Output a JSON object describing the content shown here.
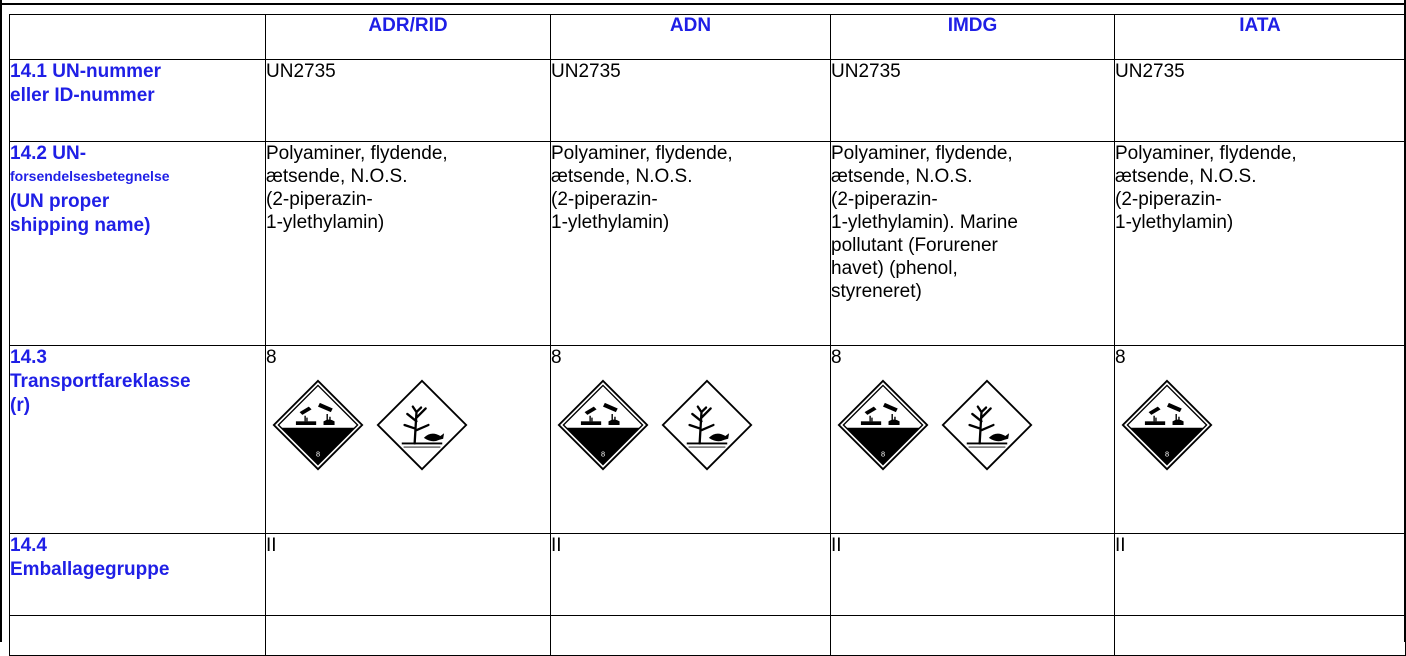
{
  "columns": [
    "",
    "ADR/RID",
    "ADN",
    "IMDG",
    "IATA"
  ],
  "rows": [
    {
      "label_lines": [
        "14.1  UN-nummer",
        "eller ID-nummer"
      ],
      "cells": [
        "UN2735",
        "UN2735",
        "UN2735",
        "UN2735"
      ]
    },
    {
      "label_line1": "14.2 UN-",
      "label_small": "forsendelsesbetegnelse",
      "label_line3": "(UN proper",
      "label_line4": "shipping name)",
      "cells": [
        "Polyaminer, flydende,\nætsende, N.O.S.\n(2-piperazin-\n1-ylethylamin)",
        "Polyaminer, flydende,\nætsende, N.O.S.\n(2-piperazin-\n1-ylethylamin)",
        "Polyaminer, flydende,\nætsende, N.O.S.\n(2-piperazin-\n1-ylethylamin). Marine\npollutant (Forurener\nhavet) (phenol,\nstyreneret)",
        "Polyaminer, flydende,\nætsende, N.O.S.\n(2-piperazin-\n1-ylethylamin)"
      ]
    },
    {
      "label_lines": [
        "14.3",
        "Transportfareklasse",
        "(r)"
      ],
      "cells": [
        "8",
        "8",
        "8",
        "8"
      ],
      "pictograms": [
        [
          "corrosive-icon",
          "environment-icon"
        ],
        [
          "corrosive-icon",
          "environment-icon"
        ],
        [
          "corrosive-icon",
          "environment-icon"
        ],
        [
          "corrosive-icon"
        ]
      ],
      "corrosive_class_number": "8"
    },
    {
      "label_lines": [
        "14.4",
        "Emballagegruppe"
      ],
      "cells": [
        "II",
        "II",
        "II",
        "II"
      ]
    }
  ],
  "colors": {
    "heading_blue": "#1f1fe6",
    "border": "#000000"
  }
}
